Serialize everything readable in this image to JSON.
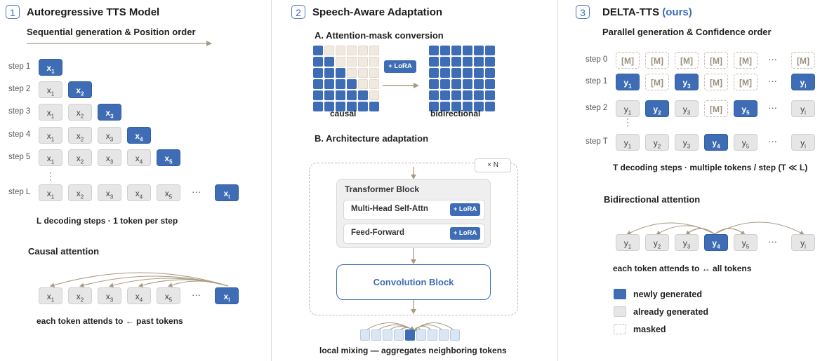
{
  "panel1": {
    "num": "1",
    "title": "Autoregressive TTS Model",
    "subtitle": "Sequential generation & Position order",
    "rows": [
      {
        "label": "step 1",
        "tokens": [
          [
            "x",
            "1",
            "b"
          ]
        ]
      },
      {
        "label": "step 2",
        "tokens": [
          [
            "x",
            "1",
            "g"
          ],
          [
            "x",
            "2",
            "b"
          ]
        ]
      },
      {
        "label": "step 3",
        "tokens": [
          [
            "x",
            "1",
            "g"
          ],
          [
            "x",
            "2",
            "g"
          ],
          [
            "x",
            "3",
            "b"
          ]
        ]
      },
      {
        "label": "step 4",
        "tokens": [
          [
            "x",
            "1",
            "g"
          ],
          [
            "x",
            "2",
            "g"
          ],
          [
            "x",
            "3",
            "g"
          ],
          [
            "x",
            "4",
            "b"
          ]
        ]
      },
      {
        "label": "step 5",
        "tokens": [
          [
            "x",
            "1",
            "g"
          ],
          [
            "x",
            "2",
            "g"
          ],
          [
            "x",
            "3",
            "g"
          ],
          [
            "x",
            "4",
            "g"
          ],
          [
            "x",
            "5",
            "b"
          ]
        ]
      }
    ],
    "lastrow": {
      "label": "step L",
      "tokens": [
        [
          "x",
          "1"
        ],
        [
          "x",
          "2"
        ],
        [
          "x",
          "3"
        ],
        [
          "x",
          "4"
        ],
        [
          "x",
          "5"
        ]
      ],
      "ellipsis": "···",
      "last": [
        "x",
        "l"
      ]
    },
    "caption": "L decoding steps · 1 token per step",
    "attn_title": "Causal attention",
    "attn_caption": "each token attends to ← past tokens"
  },
  "panel2": {
    "num": "2",
    "title": "Speech-Aware Adaptation",
    "sectionA": "A. Attention-mask conversion",
    "causal_label": "causal",
    "bidir_label": "bidirectional",
    "lora_label": "+ LoRA",
    "sectionB": "B. Architecture adaptation",
    "repeat_label": "× N",
    "transformer_label": "Transformer Block",
    "mhsa_label": "Multi-Head Self-Attn",
    "ff_label": "Feed-Forward",
    "conv_label": "Convolution Block",
    "mixing_caption": "local mixing — aggregates neighboring tokens"
  },
  "panel3": {
    "num": "3",
    "title": "DELTA-TTS",
    "title_suffix": "(ours)",
    "subtitle": "Parallel generation & Confidence order",
    "mask_text": "[M]",
    "ellipsis": "···",
    "rows": [
      {
        "label": "step 0",
        "tokens": [
          [
            "M",
            "",
            "m"
          ],
          [
            "M",
            "",
            "m"
          ],
          [
            "M",
            "",
            "m"
          ],
          [
            "M",
            "",
            "m"
          ],
          [
            "M",
            "",
            "m"
          ]
        ],
        "last": [
          "M",
          "",
          "m"
        ]
      },
      {
        "label": "step 1",
        "tokens": [
          [
            "y",
            "1",
            "b"
          ],
          [
            "M",
            "",
            "m"
          ],
          [
            "y",
            "3",
            "b"
          ],
          [
            "M",
            "",
            "m"
          ],
          [
            "M",
            "",
            "m"
          ]
        ],
        "last": [
          "y",
          "l",
          "b"
        ]
      },
      {
        "label": "step 2",
        "tokens": [
          [
            "y",
            "1",
            "g"
          ],
          [
            "y",
            "2",
            "b"
          ],
          [
            "y",
            "3",
            "g"
          ],
          [
            "M",
            "",
            "m"
          ],
          [
            "y",
            "5",
            "b"
          ]
        ],
        "last": [
          "y",
          "l",
          "g"
        ]
      },
      {
        "label": "step T",
        "tokens": [
          [
            "y",
            "1",
            "g"
          ],
          [
            "y",
            "2",
            "g"
          ],
          [
            "y",
            "3",
            "g"
          ],
          [
            "y",
            "4",
            "b"
          ],
          [
            "y",
            "5",
            "g"
          ]
        ],
        "last": [
          "y",
          "l",
          "g"
        ]
      }
    ],
    "caption": "T decoding steps · multiple tokens / step (T ≪ L)",
    "attn_title": "Bidirectional attention",
    "attn_caption": "each token attends to ↔ all tokens",
    "legend": {
      "new": "newly generated",
      "already": "already generated",
      "masked": "masked"
    }
  },
  "colors": {
    "accent": "#3e6db5",
    "arrow": "#a89a82",
    "gray": "#e6e6e6"
  }
}
